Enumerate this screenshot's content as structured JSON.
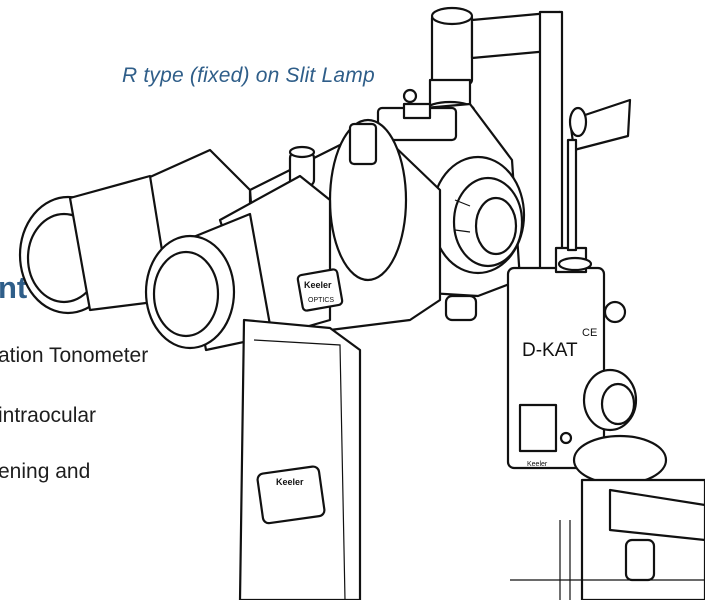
{
  "caption": "R type (fixed) on Slit Lamp",
  "heading_fragment": "nt",
  "body_lines": [
    "ation Tonometer",
    "intraocular",
    "ening and"
  ],
  "device_labels": {
    "brand": "Keeler",
    "optics": "OPTICS",
    "model": "D-KAT",
    "ce_mark": "CE"
  }
}
